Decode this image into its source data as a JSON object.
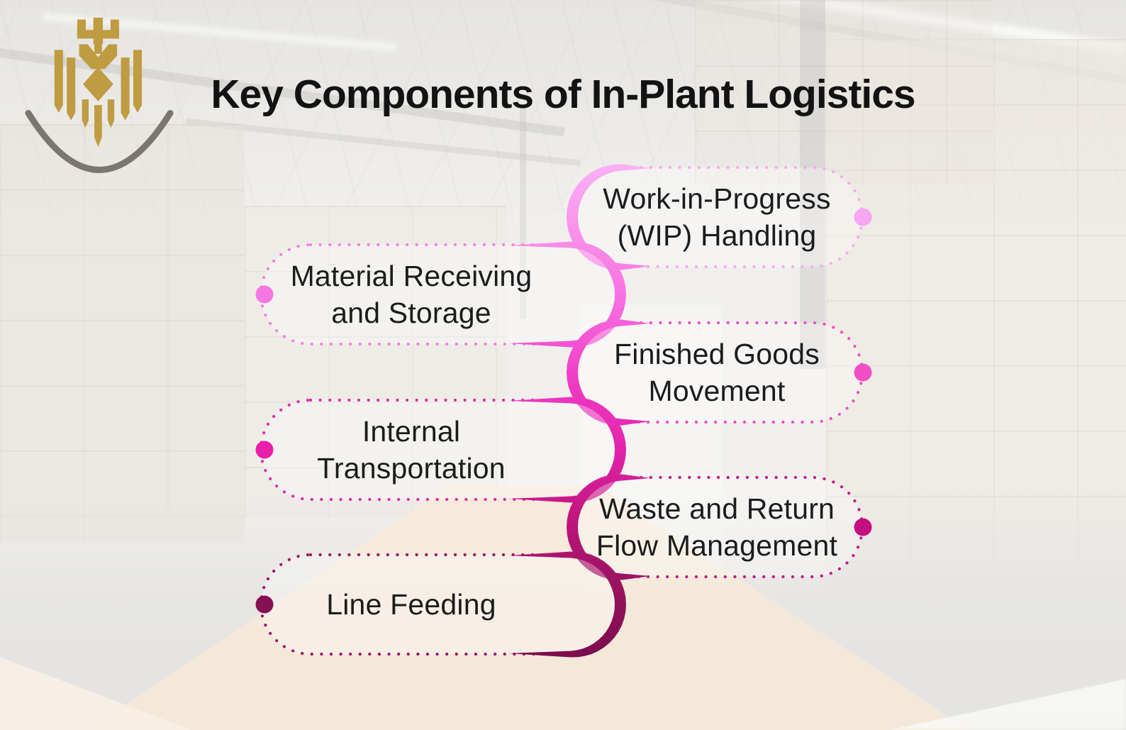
{
  "title": "Key Components of In-Plant Logistics",
  "logo": {
    "gold": "#bf9c42",
    "swoosh": "#7c7670"
  },
  "background": {
    "base": "#efedeb",
    "path_peach": "#fae2c6",
    "corner_peach": "#fdeedd"
  },
  "spine": {
    "gradient": [
      "#fcaef5",
      "#f98fe9",
      "#f76ce0",
      "#ef3ec6",
      "#e324ae",
      "#c31680",
      "#991260",
      "#7d0d4e"
    ]
  },
  "pills": [
    {
      "name": "work-in-progress-wip-handling",
      "side": "right",
      "lines": [
        "Work-in-Progress",
        "(WIP) Handling"
      ],
      "border_color": "#f6a9ef",
      "dot_color": "#f8a5f2"
    },
    {
      "name": "material-receiving-and-storage",
      "side": "left",
      "lines": [
        "Material Receiving",
        "and Storage"
      ],
      "border_color": "#f57fe2",
      "dot_color": "#f677e4"
    },
    {
      "name": "finished-goods-movement",
      "side": "right",
      "lines": [
        "Finished Goods",
        "Movement"
      ],
      "border_color": "#f04cc4",
      "dot_color": "#f24fc6"
    },
    {
      "name": "internal-transportation",
      "side": "left",
      "lines": [
        "Internal",
        "Transportation"
      ],
      "border_color": "#e32aab",
      "dot_color": "#e91fa9"
    },
    {
      "name": "waste-and-return-flow-management",
      "side": "right",
      "lines": [
        "Waste and Return",
        "Flow Management"
      ],
      "border_color": "#c81682",
      "dot_color": "#c50f80"
    },
    {
      "name": "line-feeding",
      "side": "left",
      "lines": [
        "Line Feeding"
      ],
      "border_color": "#9c1563",
      "dot_color": "#871055"
    }
  ]
}
